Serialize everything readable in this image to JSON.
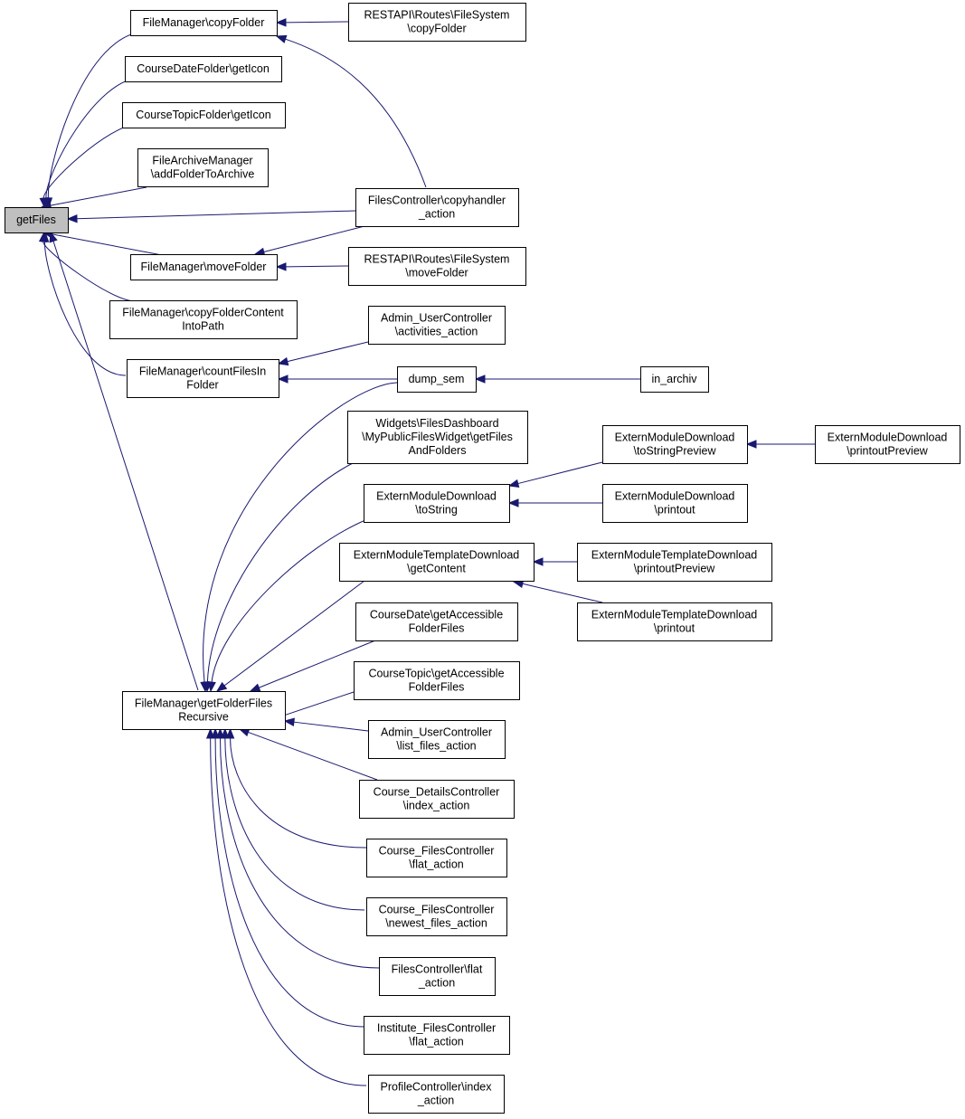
{
  "nodes": [
    {
      "id": "getFiles",
      "lines": [
        "getFiles"
      ],
      "root": true
    },
    {
      "id": "fm_copyFolder",
      "lines": [
        "FileManager\\copyFolder"
      ]
    },
    {
      "id": "cdf_getIcon",
      "lines": [
        "CourseDateFolder\\getIcon"
      ]
    },
    {
      "id": "ctf_getIcon",
      "lines": [
        "CourseTopicFolder\\getIcon"
      ]
    },
    {
      "id": "fam_addFolder",
      "lines": [
        "FileArchiveManager",
        "\\addFolderToArchive"
      ]
    },
    {
      "id": "fm_moveFolder",
      "lines": [
        "FileManager\\moveFolder"
      ]
    },
    {
      "id": "fm_copyFolderContent",
      "lines": [
        "FileManager\\copyFolderContent",
        "IntoPath"
      ]
    },
    {
      "id": "fm_countFiles",
      "lines": [
        "FileManager\\countFilesIn",
        "Folder"
      ]
    },
    {
      "id": "fm_getFolderFiles",
      "lines": [
        "FileManager\\getFolderFiles",
        "Recursive"
      ]
    },
    {
      "id": "rest_copyFolder",
      "lines": [
        "RESTAPI\\Routes\\FileSystem",
        "\\copyFolder"
      ]
    },
    {
      "id": "fc_copyhandler",
      "lines": [
        "FilesController\\copyhandler",
        "_action"
      ]
    },
    {
      "id": "rest_moveFolder",
      "lines": [
        "RESTAPI\\Routes\\FileSystem",
        "\\moveFolder"
      ]
    },
    {
      "id": "auc_activities",
      "lines": [
        "Admin_UserController",
        "\\activities_action"
      ]
    },
    {
      "id": "dump_sem",
      "lines": [
        "dump_sem"
      ]
    },
    {
      "id": "in_archiv",
      "lines": [
        "in_archiv"
      ]
    },
    {
      "id": "widgets_dash",
      "lines": [
        "Widgets\\FilesDashboard",
        "\\MyPublicFilesWidget\\getFiles",
        "AndFolders"
      ]
    },
    {
      "id": "emd_toString",
      "lines": [
        "ExternModuleDownload",
        "\\toString"
      ]
    },
    {
      "id": "emtd_getContent",
      "lines": [
        "ExternModuleTemplateDownload",
        "\\getContent"
      ]
    },
    {
      "id": "cd_getAccessible",
      "lines": [
        "CourseDate\\getAccessible",
        "FolderFiles"
      ]
    },
    {
      "id": "ct_getAccessible",
      "lines": [
        "CourseTopic\\getAccessible",
        "FolderFiles"
      ]
    },
    {
      "id": "auc_listfiles",
      "lines": [
        "Admin_UserController",
        "\\list_files_action"
      ]
    },
    {
      "id": "cdc_index",
      "lines": [
        "Course_DetailsController",
        "\\index_action"
      ]
    },
    {
      "id": "cfc_flat",
      "lines": [
        "Course_FilesController",
        "\\flat_action"
      ]
    },
    {
      "id": "cfc_newest",
      "lines": [
        "Course_FilesController",
        "\\newest_files_action"
      ]
    },
    {
      "id": "fc_flat",
      "lines": [
        "FilesController\\flat",
        "_action"
      ]
    },
    {
      "id": "ifc_flat",
      "lines": [
        "Institute_FilesController",
        "\\flat_action"
      ]
    },
    {
      "id": "pc_index",
      "lines": [
        "ProfileController\\index",
        "_action"
      ]
    },
    {
      "id": "emd_toStringPreview",
      "lines": [
        "ExternModuleDownload",
        "\\toStringPreview"
      ]
    },
    {
      "id": "emd_printout",
      "lines": [
        "ExternModuleDownload",
        "\\printout"
      ]
    },
    {
      "id": "emtd_printoutPreview",
      "lines": [
        "ExternModuleTemplateDownload",
        "\\printoutPreview"
      ]
    },
    {
      "id": "emtd_printout",
      "lines": [
        "ExternModuleTemplateDownload",
        "\\printout"
      ]
    },
    {
      "id": "emd_printoutPreview",
      "lines": [
        "ExternModuleDownload",
        "\\printoutPreview"
      ]
    }
  ],
  "edges": [
    {
      "from": "fm_copyFolder",
      "to": "getFiles"
    },
    {
      "from": "cdf_getIcon",
      "to": "getFiles"
    },
    {
      "from": "ctf_getIcon",
      "to": "getFiles"
    },
    {
      "from": "fam_addFolder",
      "to": "getFiles"
    },
    {
      "from": "fc_copyhandler",
      "to": "getFiles"
    },
    {
      "from": "fm_moveFolder",
      "to": "getFiles"
    },
    {
      "from": "fm_copyFolderContent",
      "to": "getFiles"
    },
    {
      "from": "fm_countFiles",
      "to": "getFiles"
    },
    {
      "from": "fm_getFolderFiles",
      "to": "getFiles"
    },
    {
      "from": "rest_copyFolder",
      "to": "fm_copyFolder"
    },
    {
      "from": "fc_copyhandler",
      "to": "fm_copyFolder"
    },
    {
      "from": "fc_copyhandler",
      "to": "fm_moveFolder"
    },
    {
      "from": "rest_moveFolder",
      "to": "fm_moveFolder"
    },
    {
      "from": "auc_activities",
      "to": "fm_countFiles"
    },
    {
      "from": "dump_sem",
      "to": "fm_countFiles"
    },
    {
      "from": "in_archiv",
      "to": "dump_sem"
    },
    {
      "from": "dump_sem",
      "to": "fm_getFolderFiles"
    },
    {
      "from": "widgets_dash",
      "to": "fm_getFolderFiles"
    },
    {
      "from": "emd_toString",
      "to": "fm_getFolderFiles"
    },
    {
      "from": "emtd_getContent",
      "to": "fm_getFolderFiles"
    },
    {
      "from": "cd_getAccessible",
      "to": "fm_getFolderFiles"
    },
    {
      "from": "ct_getAccessible",
      "to": "fm_getFolderFiles"
    },
    {
      "from": "auc_listfiles",
      "to": "fm_getFolderFiles"
    },
    {
      "from": "cdc_index",
      "to": "fm_getFolderFiles"
    },
    {
      "from": "cfc_flat",
      "to": "fm_getFolderFiles"
    },
    {
      "from": "cfc_newest",
      "to": "fm_getFolderFiles"
    },
    {
      "from": "fc_flat",
      "to": "fm_getFolderFiles"
    },
    {
      "from": "ifc_flat",
      "to": "fm_getFolderFiles"
    },
    {
      "from": "pc_index",
      "to": "fm_getFolderFiles"
    },
    {
      "from": "emd_toStringPreview",
      "to": "emd_toString"
    },
    {
      "from": "emd_printout",
      "to": "emd_toString"
    },
    {
      "from": "emtd_printoutPreview",
      "to": "emtd_getContent"
    },
    {
      "from": "emtd_printout",
      "to": "emtd_getContent"
    },
    {
      "from": "emd_printoutPreview",
      "to": "emd_toStringPreview"
    }
  ],
  "colors": {
    "edge": "#191970",
    "root_fill": "#bfbfbf",
    "node_fill": "#ffffff",
    "node_stroke": "#000000"
  }
}
